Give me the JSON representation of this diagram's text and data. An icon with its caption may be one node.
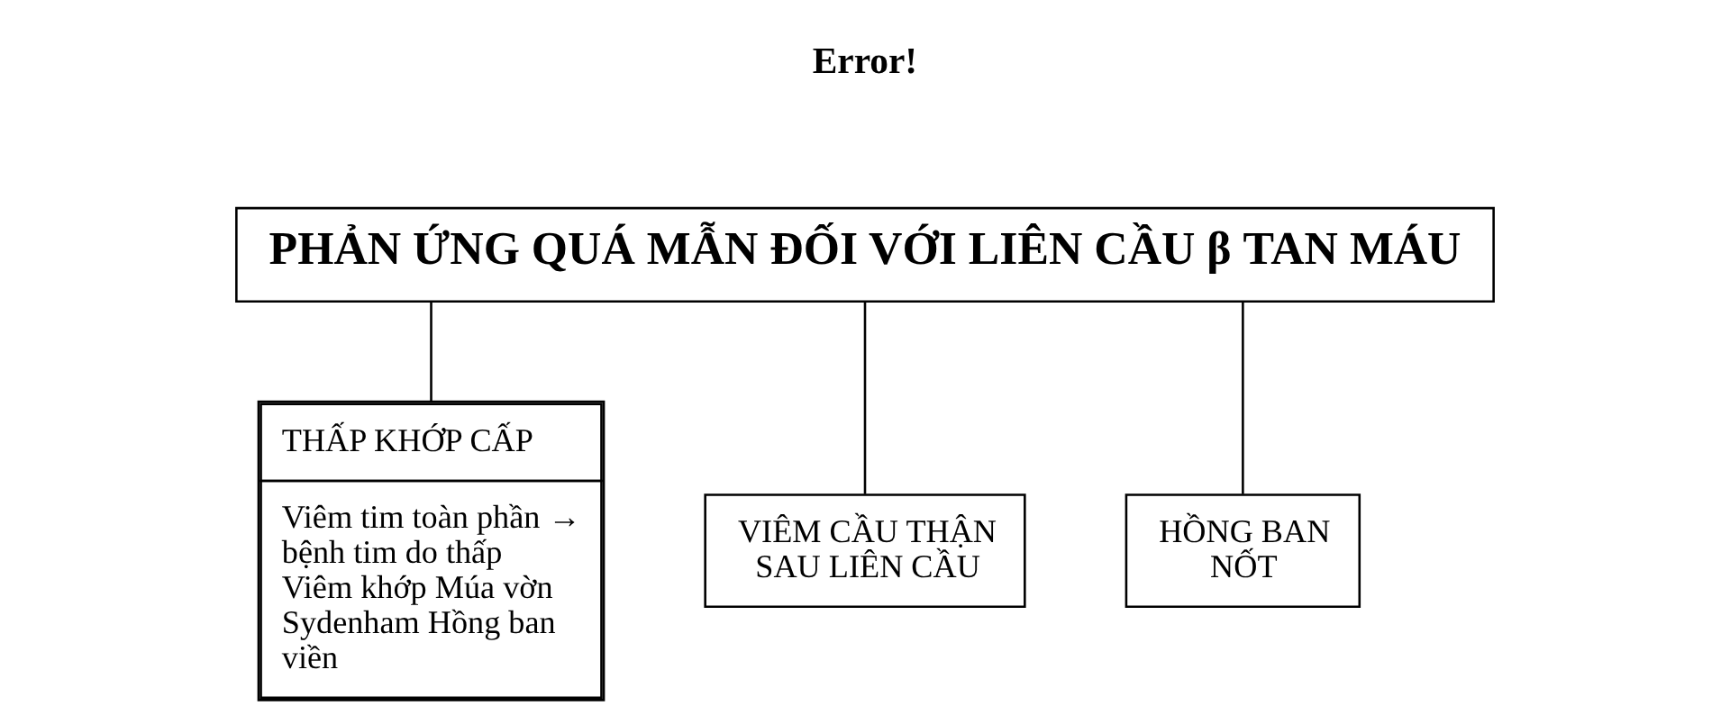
{
  "diagram": {
    "nodes": [
      {
        "text": [
          "PHẢN ỨNG QUÁ MẪN ĐỐI VỚI LIÊN CẦU β TAN MÁU"
        ]
      },
      {
        "text": [
          "THẤP KHỚP CẤP",
          "Viêm tim toàn phần → bệnh tim do thấp Viêm khớp Múa vờn Sydenham Hồng ban viền"
        ]
      },
      {
        "text": [
          "VIÊM CẦU THẬN SAU LIÊN CẦU"
        ]
      },
      {
        "text": [
          "HỒNG BAN NỐT"
        ]
      }
    ],
    "edges": [
      {
        "from": 0,
        "to": 1,
        "arrow": "none"
      },
      {
        "from": 0,
        "to": 2,
        "arrow": "none"
      },
      {
        "from": 0,
        "to": 3,
        "arrow": "none"
      }
    ],
    "labels": [
      "Error!"
    ]
  }
}
